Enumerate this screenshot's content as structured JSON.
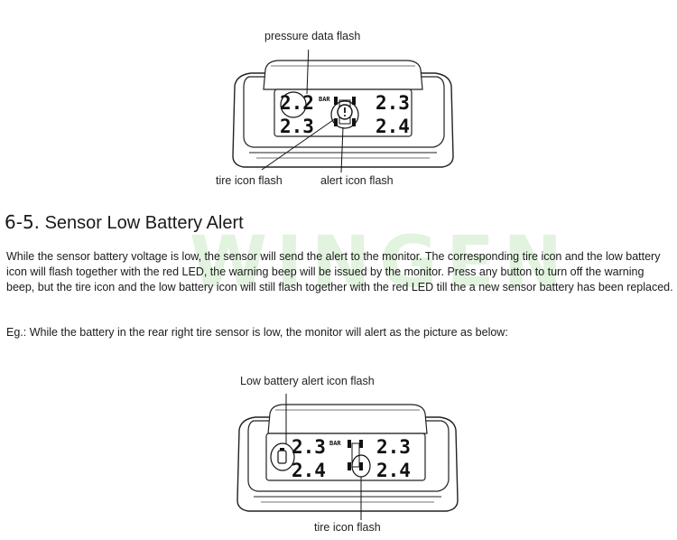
{
  "diagram1": {
    "label_top": "pressure data flash",
    "label_left": "tire icon flash",
    "label_right": "alert icon flash",
    "readings": {
      "fl": "2.2",
      "fr": "2.3",
      "rl": "2.3",
      "rr": "2.4"
    },
    "unit": "BAR"
  },
  "section": {
    "number": "6-5.",
    "title": "Sensor Low Battery Alert",
    "paragraph": "While the sensor battery voltage is low, the sensor will send the alert to the monitor. The corresponding tire icon and the low battery icon will flash together with the red LED, the warning beep will be issued by the monitor. Press any button to turn off the warning beep, but the tire icon and the low battery icon will still flash together with the red LED till the a new sensor battery has been replaced.",
    "example": "Eg.: While the battery in the rear right tire sensor is low, the monitor will alert as the picture as below:"
  },
  "diagram2": {
    "label_top": "Low battery alert icon flash",
    "label_bottom": "tire icon flash",
    "readings": {
      "fl": "2.3",
      "fr": "2.3",
      "rl": "2.4",
      "rr": "2.4"
    },
    "unit": "BAR"
  },
  "watermark": "WINGEN"
}
